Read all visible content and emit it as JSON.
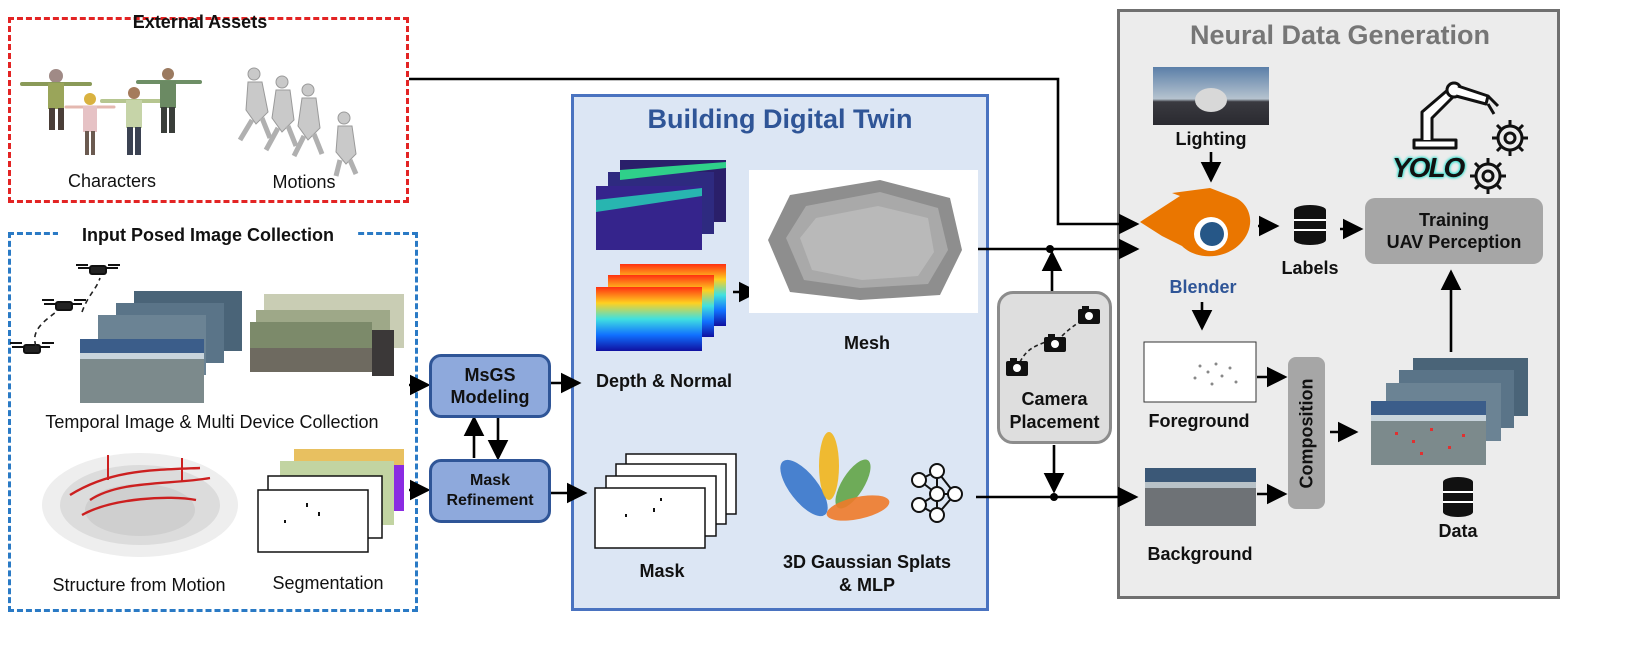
{
  "external_assets": {
    "title": "External Assets",
    "characters_label": "Characters",
    "motions_label": "Motions"
  },
  "input_collection": {
    "title": "Input Posed Image Collection",
    "temporal_label": "Temporal Image & Multi Device Collection",
    "sfm_label": "Structure from Motion",
    "segmentation_label": "Segmentation"
  },
  "modules": {
    "msgs_label_1": "MsGS",
    "msgs_label_2": "Modeling",
    "mask_ref_label_1": "Mask",
    "mask_ref_label_2": "Refinement"
  },
  "digital_twin": {
    "title": "Building Digital Twin",
    "depth_normal_label": "Depth & Normal",
    "mesh_label": "Mesh",
    "mask_label": "Mask",
    "gaussian_label_1": "3D Gaussian Splats",
    "gaussian_label_2": "& MLP"
  },
  "camera": {
    "label_1": "Camera",
    "label_2": "Placement"
  },
  "neural": {
    "title": "Neural Data Generation",
    "lighting_label": "Lighting",
    "blender_label": "Blender",
    "labels_label": "Labels",
    "training_label_1": "Training",
    "training_label_2": "UAV Perception",
    "foreground_label": "Foreground",
    "background_label": "Background",
    "composition_label": "Composition",
    "data_label": "Data",
    "yolo_logo": "YOLO"
  },
  "colors": {
    "external_border": "#e32424",
    "input_border": "#2a7ac5",
    "twin_bg": "#dce6f4",
    "twin_title": "#2f5597",
    "neural_title": "#767676",
    "blender_orange": "#ea7600",
    "blender_blue": "#265787"
  }
}
